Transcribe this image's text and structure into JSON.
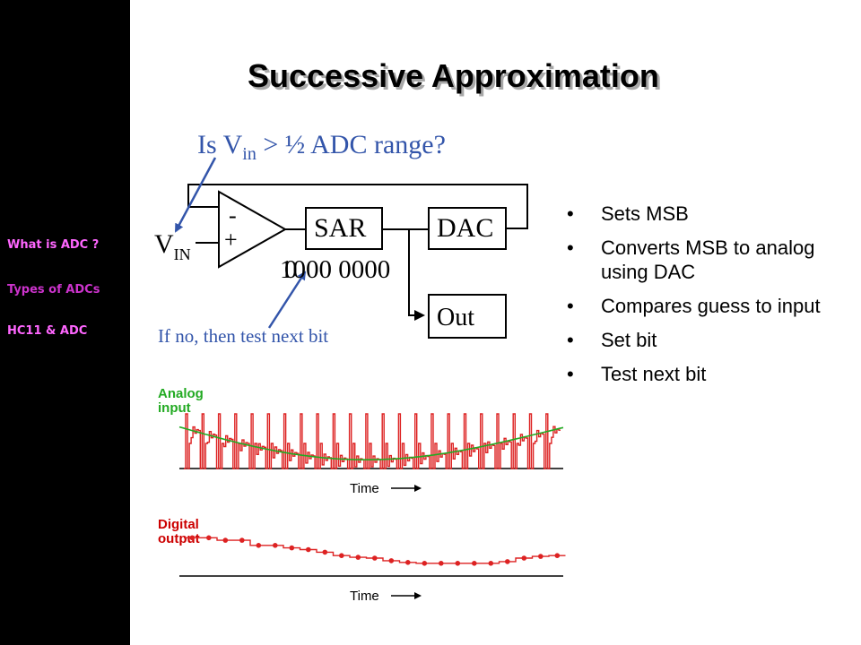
{
  "slide": {
    "title": "Successive Approximation",
    "nav": [
      {
        "label": "What is ADC ?",
        "color": "#ff66ff"
      },
      {
        "label": "Types of ADCs",
        "color": "#cc33cc"
      },
      {
        "label": "HC11 & ADC",
        "color": "#ff66ff"
      }
    ]
  },
  "diagram": {
    "question_prefix": "Is V",
    "question_sub": "in",
    "question_suffix": " > ½ ADC range?",
    "vin_main": "V",
    "vin_sub": "IN",
    "minus": "-",
    "plus": "+",
    "sar": "SAR",
    "dac": "DAC",
    "out": "Out",
    "bits": "1000 0000",
    "bits_overlay": "0",
    "hint": "If no, then test next bit",
    "annotation_color": "#3355aa"
  },
  "bullets": [
    "Sets MSB",
    "Converts MSB to analog using DAC",
    "Compares guess to input",
    "Set bit",
    "Test next bit"
  ],
  "waveforms": {
    "analog_label": "Analog\ninput",
    "digital_label": "Digital\noutput",
    "time_label": "Time",
    "digital_levels": [
      4.5,
      4.5,
      4.2,
      4.2,
      3.6,
      3.6,
      3.3,
      3.1,
      2.8,
      2.4,
      2.2,
      2.1,
      1.8,
      1.6,
      1.5,
      1.5,
      1.5,
      1.5,
      1.5,
      1.7,
      2.1,
      2.3,
      2.4
    ]
  }
}
